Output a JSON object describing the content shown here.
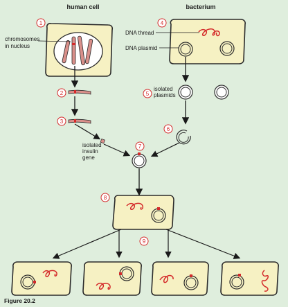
{
  "headings": {
    "human": "human cell",
    "bacterium": "bacterium"
  },
  "labels": {
    "chromosomes_line1": "chromosomes",
    "chromosomes_line2": "in nucleus",
    "dna_thread": "DNA thread",
    "dna_plasmid": "DNA plasmid",
    "isolated_plasmids_line1": "isolated",
    "isolated_plasmids_line2": "plasmids",
    "isolated_insulin_line1": "isolated",
    "isolated_insulin_line2": "insulin",
    "isolated_insulin_line3": "gene"
  },
  "steps": [
    "1",
    "2",
    "3",
    "4",
    "5",
    "6",
    "7",
    "8",
    "9"
  ],
  "figure_caption": "Figure 20.2",
  "colors": {
    "background": "#dfeedd",
    "cell_fill": "#f6f1c3",
    "cell_stroke": "#2b2b2b",
    "chromosome_fill": "#d98f8a",
    "accent_red": "#d42a2a",
    "nucleus_fill": "#ffffff"
  }
}
